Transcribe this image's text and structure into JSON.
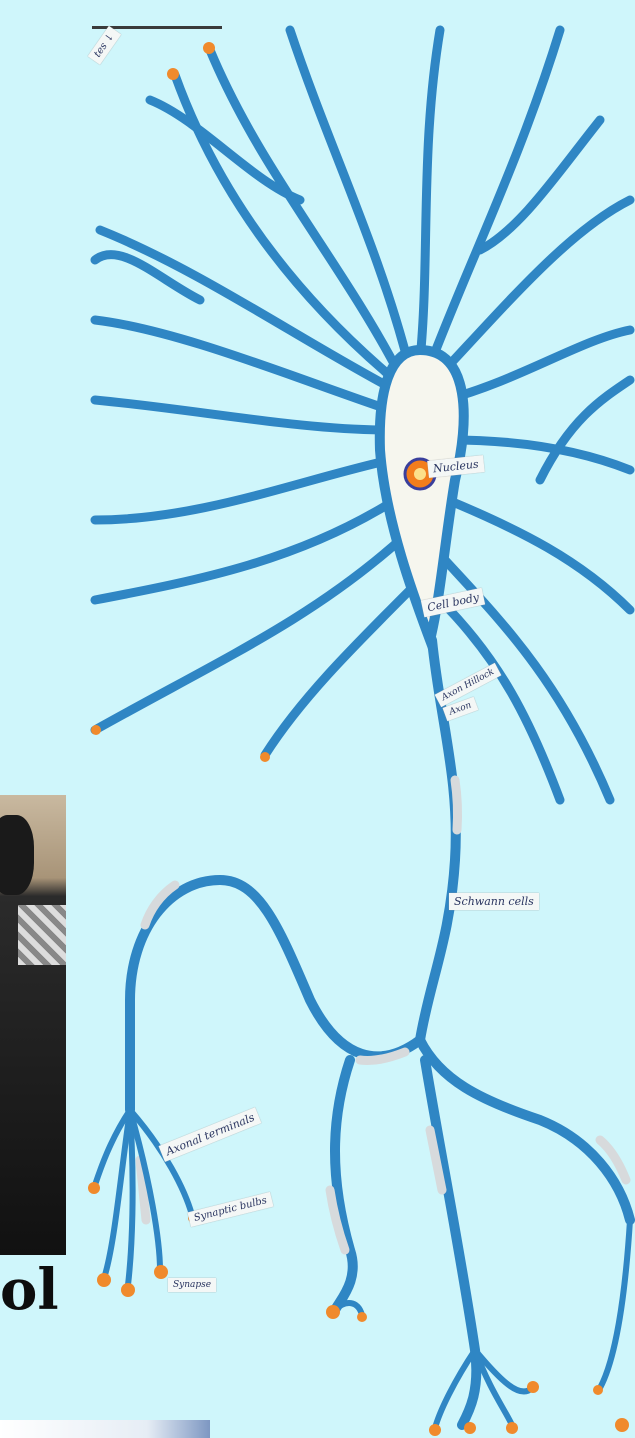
{
  "labels": {
    "top_corner": "tes ↓",
    "nucleus": "Nucleus",
    "cell_body": "Cell body",
    "axon_hillock": "Axon Hillock",
    "axon": "Axon",
    "schwann_cells": "Schwann cells",
    "axonal_terminals": "Axonal terminals",
    "synaptic_bulbs": "Synaptic bulbs",
    "synapse": "Synapse"
  },
  "caption": "ol",
  "colors": {
    "background": "#cff6fb",
    "dendrite": "#2f86c4",
    "myelin": "#d7dadc",
    "terminal": "#f08a2c",
    "nucleus": "#f27d1c"
  }
}
